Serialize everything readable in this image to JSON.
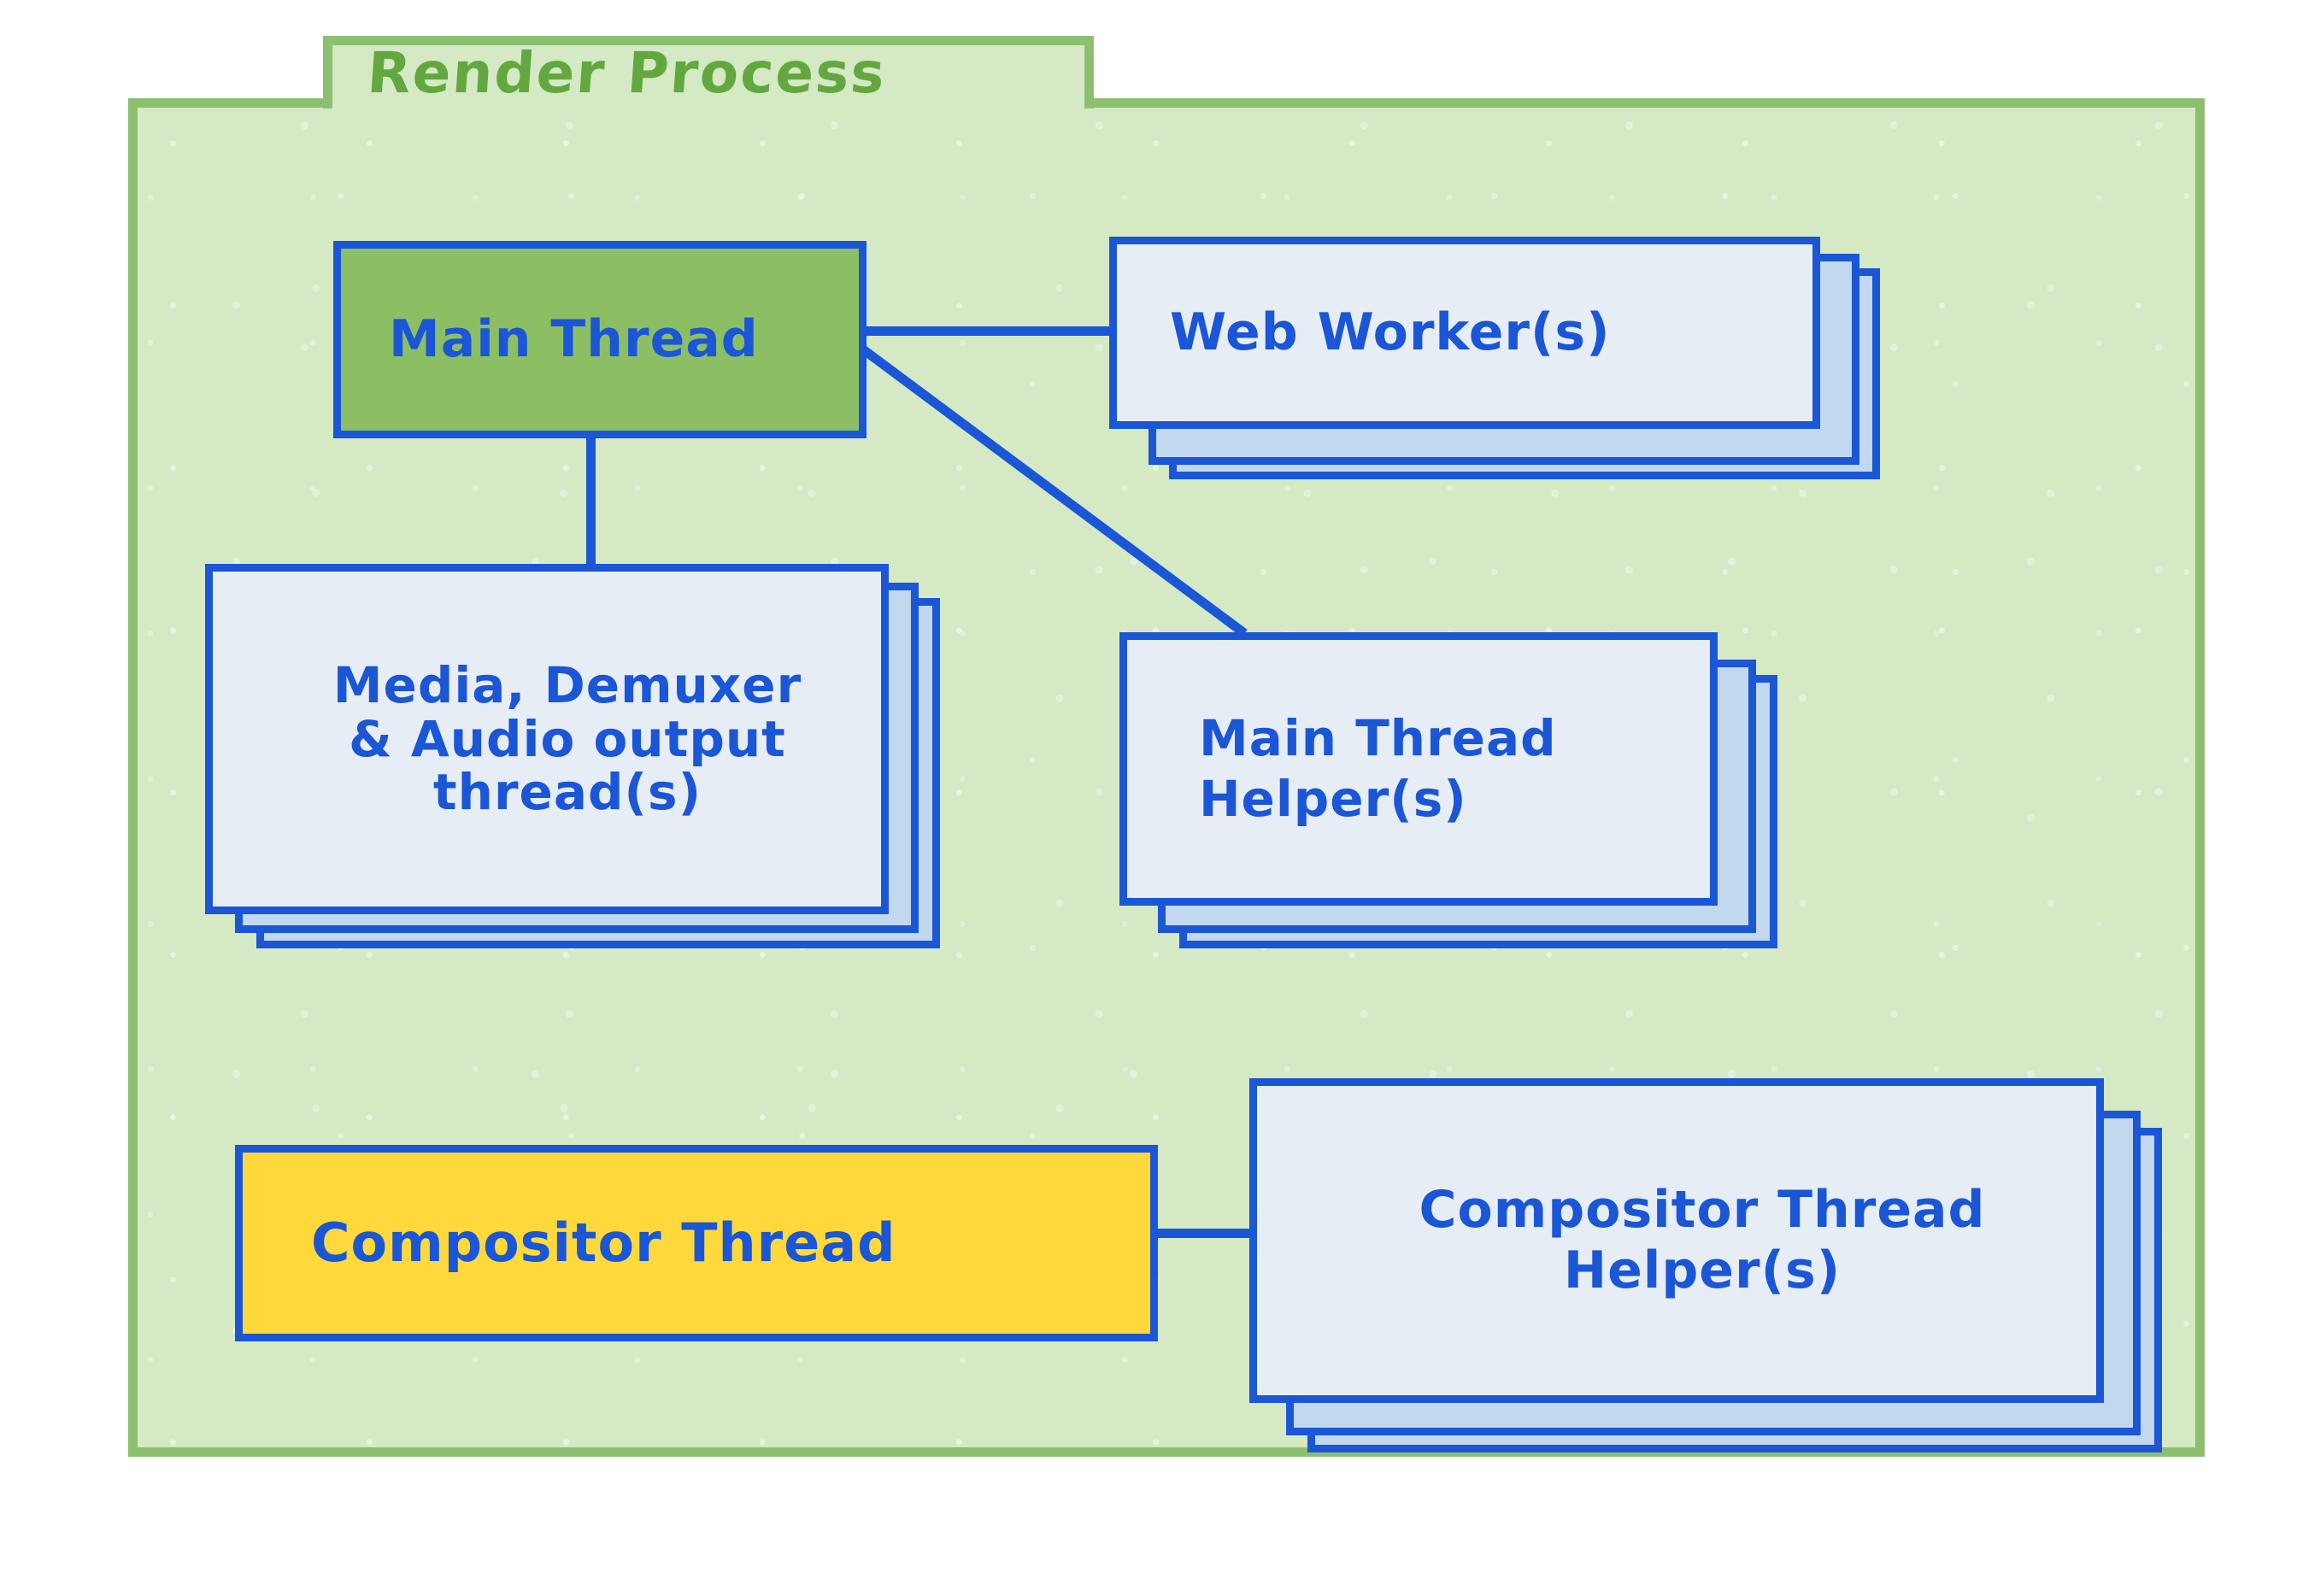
{
  "diagram": {
    "title": "Render Process",
    "type": "block-diagram",
    "colors": {
      "container_fill": "#d4e9c4",
      "container_border": "#8cc070",
      "title_text": "#63a83f",
      "node_border": "#1a56d6",
      "node_text": "#1a56d6",
      "main_thread_fill": "#8cbf63",
      "helper_fill": "#e7edf4",
      "stack_fill": "#c2d8ef",
      "compositor_fill": "#ffd93b",
      "page_background": "#ffffff"
    },
    "nodes": [
      {
        "id": "main-thread",
        "label": "Main Thread",
        "fill": "#8cbf63",
        "stacked": false
      },
      {
        "id": "web-workers",
        "label": "Web Worker(s)",
        "fill": "#e7edf4",
        "stacked": true,
        "stack_count": 3
      },
      {
        "id": "media-demuxer",
        "label": "Media, Demuxer\n& Audio output\nthread(s)",
        "fill": "#e7edf4",
        "stacked": true,
        "stack_count": 3
      },
      {
        "id": "main-thread-helpers",
        "label": "Main Thread\nHelper(s)",
        "fill": "#e7edf4",
        "stacked": true,
        "stack_count": 3
      },
      {
        "id": "compositor-thread",
        "label": "Compositor Thread",
        "fill": "#ffd93b",
        "stacked": false
      },
      {
        "id": "compositor-thread-helpers",
        "label": "Compositor Thread\nHelper(s)",
        "fill": "#e7edf4",
        "stacked": true,
        "stack_count": 3
      }
    ],
    "edges": [
      {
        "id": "main-to-webworkers",
        "from": "main-thread",
        "to": "web-workers",
        "style": "straight-horizontal"
      },
      {
        "id": "main-to-media",
        "from": "main-thread",
        "to": "media-demuxer",
        "style": "straight-vertical"
      },
      {
        "id": "main-to-helpers",
        "from": "main-thread",
        "to": "main-thread-helpers",
        "style": "diagonal"
      },
      {
        "id": "compositor-to-helpers",
        "from": "compositor-thread",
        "to": "compositor-thread-helpers",
        "style": "straight-horizontal"
      }
    ]
  }
}
